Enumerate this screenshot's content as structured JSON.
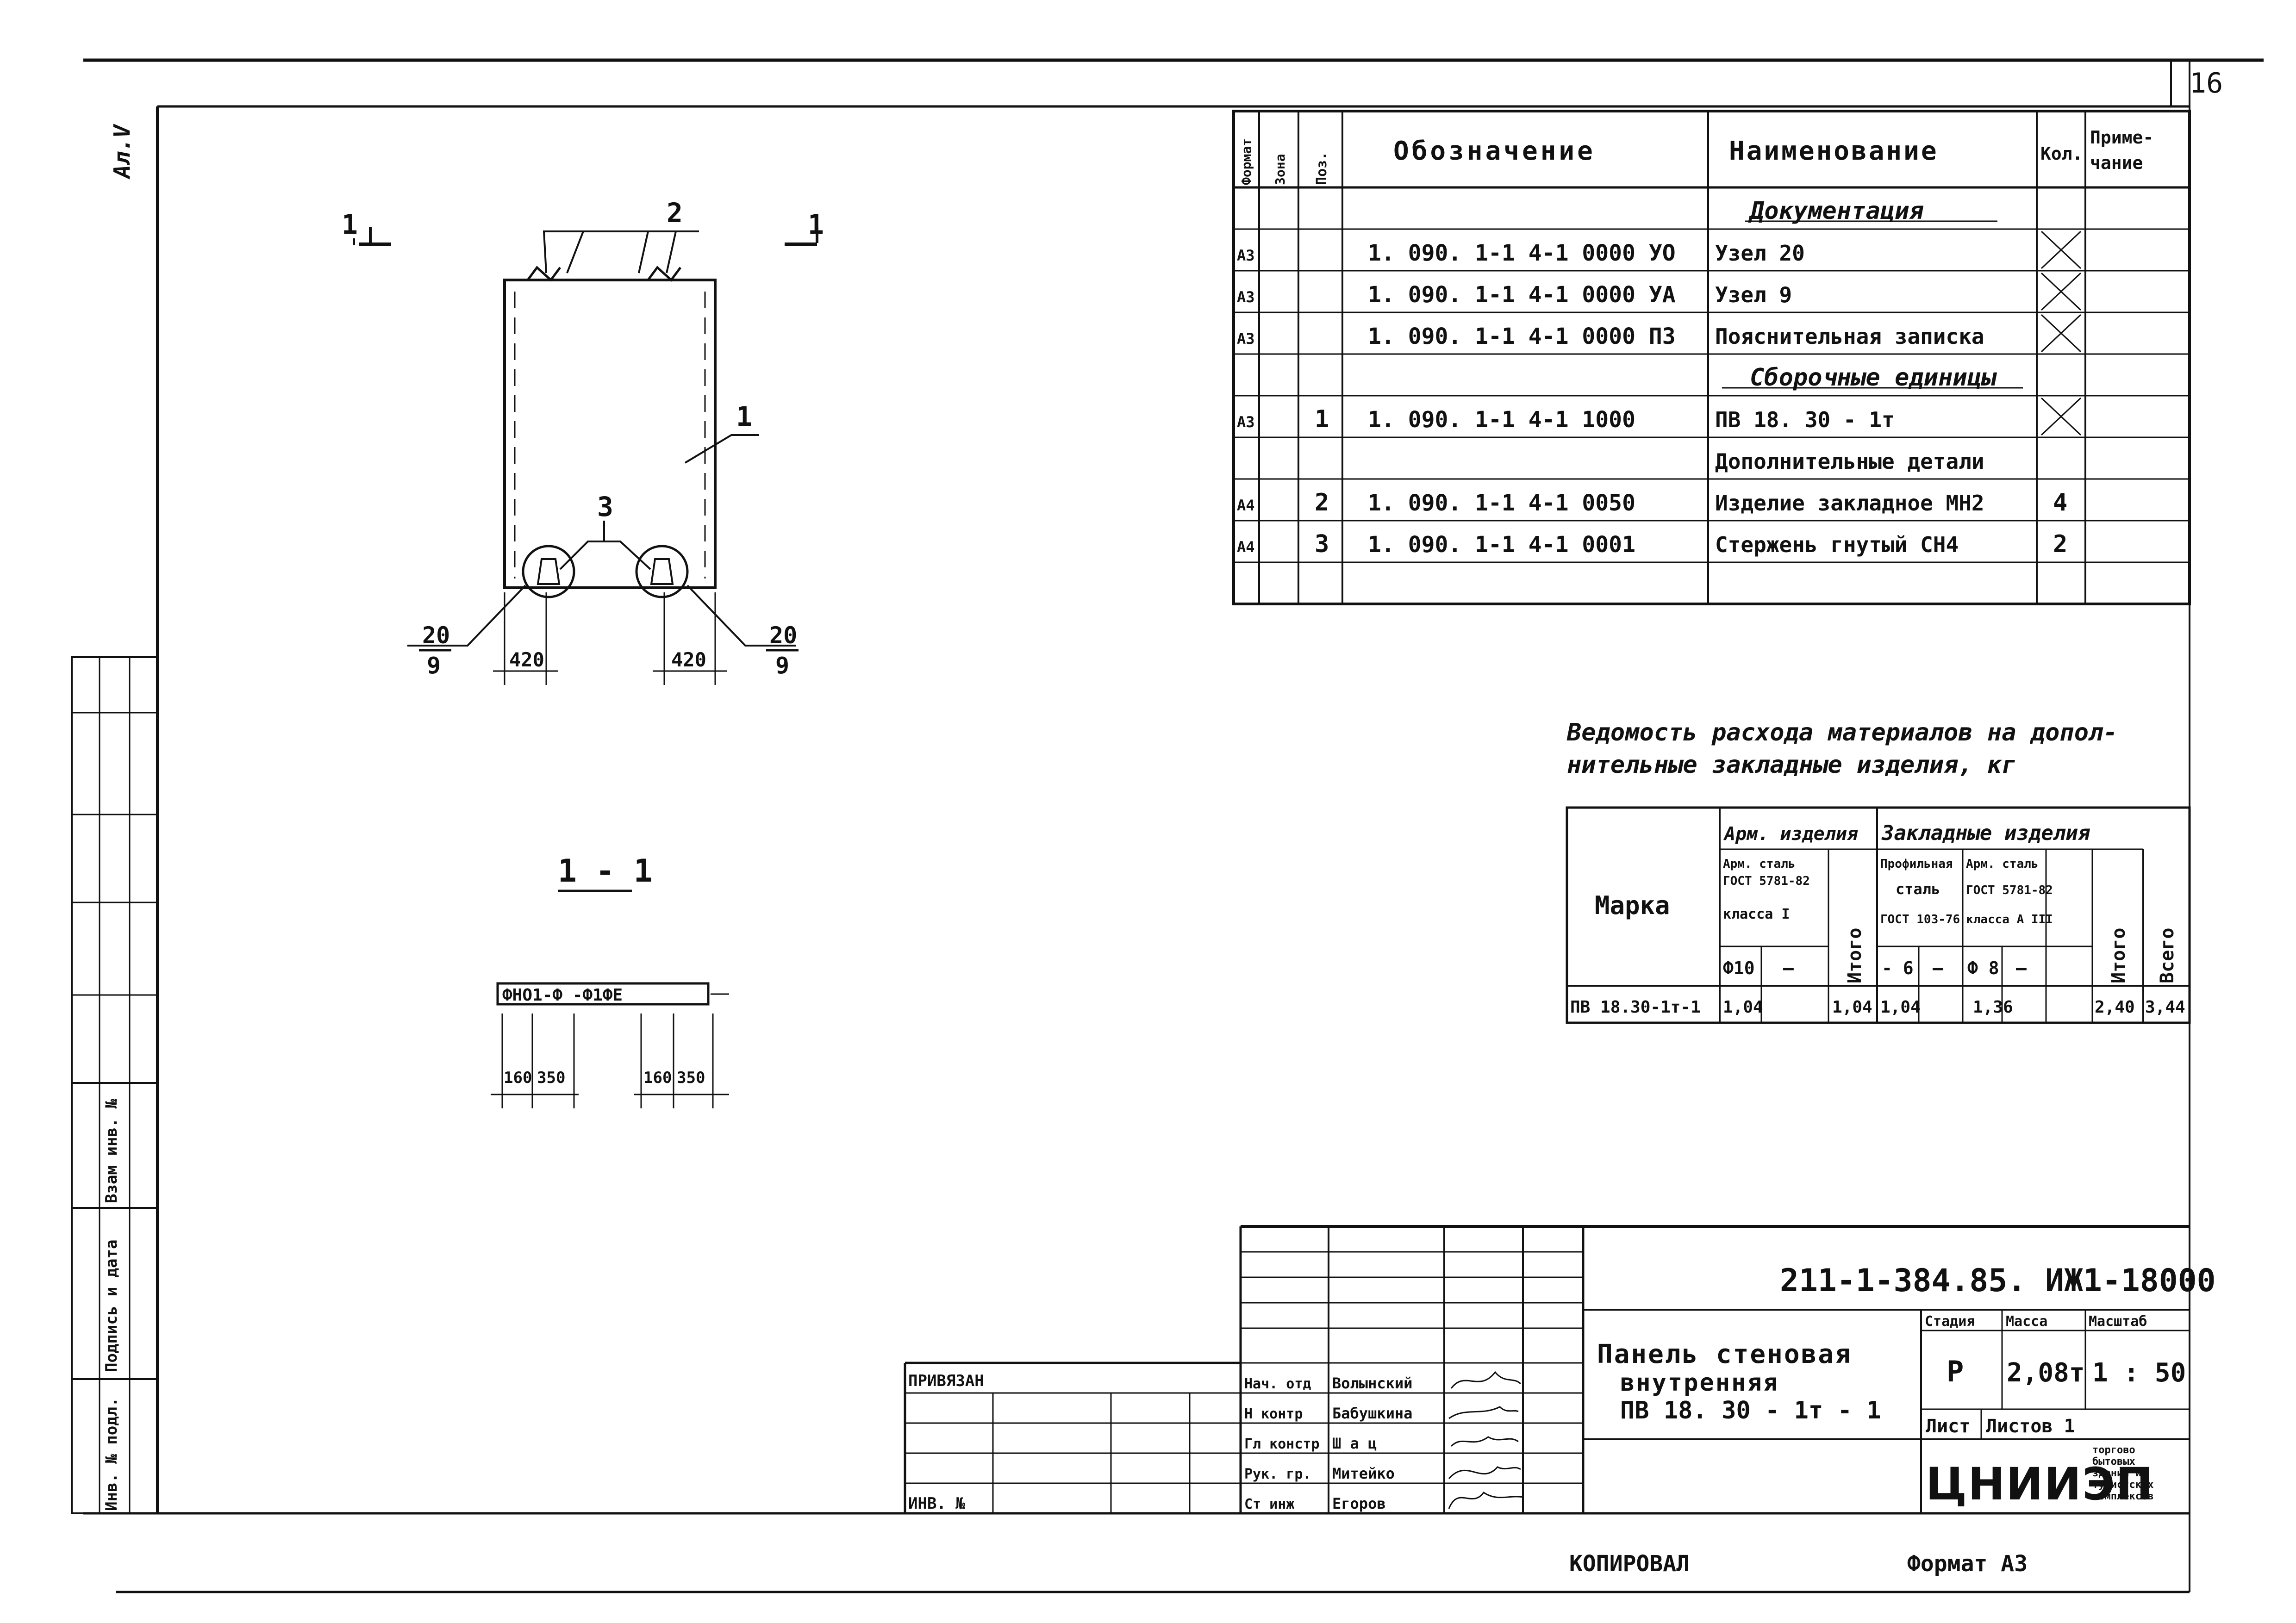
{
  "page": {
    "sheet_number": "16",
    "album_mark": "Ал.V",
    "copied": "КОПИРОВАЛ",
    "format": "Формат А3"
  },
  "drawing": {
    "section_mark_left": "1",
    "section_mark_right": "1",
    "callout_embedded": "2",
    "callout_panel": "1",
    "callout_rod": "3",
    "node_left_num": "20",
    "node_left_den": "9",
    "node_right_num": "20",
    "node_right_den": "9",
    "dim_left": "420",
    "dim_right": "420",
    "section_title": "1 - 1",
    "section_strip": "ФНО1-Ф  -Ф1ФЕ",
    "sec_dim_1": "160",
    "sec_dim_2": "350",
    "sec_dim_3": "160",
    "sec_dim_4": "350"
  },
  "spec": {
    "headers": {
      "format": "Формат",
      "zone": "Зона",
      "pos": "Поз.",
      "designation": "Обозначение",
      "name": "Наименование",
      "qty": "Кол.",
      "note_line1": "Приме-",
      "note_line2": "чание"
    },
    "rows": [
      {
        "format": "",
        "pos": "",
        "designation": "",
        "name": "Документация",
        "qty": "",
        "heading": true
      },
      {
        "format": "А3",
        "pos": "",
        "designation": "1. 090. 1-1   4-1  0000 УО",
        "name": "Узел  20",
        "qty": "X"
      },
      {
        "format": "А3",
        "pos": "",
        "designation": "1. 090. 1-1   4-1  0000 УА",
        "name": "Узел  9",
        "qty": "X"
      },
      {
        "format": "А3",
        "pos": "",
        "designation": "1. 090. 1-1   4-1  0000 ПЗ",
        "name": "Пояснительная записка",
        "qty": "X"
      },
      {
        "format": "",
        "pos": "",
        "designation": "",
        "name": "Сборочные  единицы",
        "qty": "",
        "heading": true
      },
      {
        "format": "А3",
        "pos": "1",
        "designation": "1. 090. 1-1   4-1 1000",
        "name": "ПВ  18. 30 - 1т",
        "qty": "X"
      },
      {
        "format": "",
        "pos": "",
        "designation": "",
        "name": "Дополнительные детали",
        "qty": ""
      },
      {
        "format": "А4",
        "pos": "2",
        "designation": "1. 090. 1-1   4-1  0050",
        "name": "Изделие закладное МН2",
        "qty": "4"
      },
      {
        "format": "А4",
        "pos": "3",
        "designation": "1. 090. 1-1   4-1  0001",
        "name": "Стержень гнутый СН4",
        "qty": "2"
      },
      {
        "format": "",
        "pos": "",
        "designation": "",
        "name": "",
        "qty": ""
      }
    ]
  },
  "materials": {
    "title_line1": "Ведомость расхода материалов на допол-",
    "title_line2": "нительные закладные изделия, кг",
    "h_mark": "Марка",
    "h_arm_items": "Арм. изделия",
    "h_embedded": "Закладные изделия",
    "h_arm_steel_1": "Арм. сталь",
    "h_arm_steel_2": "ГОСТ 5781-82",
    "h_arm_steel_3": "класса I",
    "h_total_arm": "Итого",
    "h_profile_1": "Профильная",
    "h_profile_2": "сталь",
    "h_profile_3": "ГОСТ 103-76",
    "h_arm2_1": "Арм. сталь",
    "h_arm2_2": "ГОСТ 5781-82",
    "h_arm2_3": "класса А III",
    "h_total_emb": "Итого",
    "h_grand": "Всего",
    "sub_d10": "Ф10",
    "sub_dash1": "—",
    "sub_m6": "- 6",
    "sub_dash2": "—",
    "sub_d8": "Ф 8",
    "sub_dash3": "—",
    "row": {
      "mark": "ПВ 18.30-1т-1",
      "d10": "1,04",
      "dash1": "",
      "total_arm": "1,04",
      "m6": "1,04",
      "dash2": "",
      "d8": "1,36",
      "dash3": "",
      "total_emb": "2,40",
      "grand": "3,44"
    }
  },
  "stamp": {
    "code": "211-1-384.85. ИЖ1-18000",
    "title_line1": "Панель стеновая",
    "title_line2": "внутренняя",
    "title_line3": "ПВ 18. 30 - 1т - 1",
    "h_stage": "Стадия",
    "h_mass": "Масса",
    "h_scale": "Масштаб",
    "stage": "Р",
    "mass": "2,08т",
    "scale": "1 : 50",
    "sheet_label": "Лист",
    "sheets_label": "Листов 1",
    "org_name": "ЦНИИЭП",
    "org_line1": "торгово",
    "org_line2": "бытовых",
    "org_line3": "зданий и",
    "org_line4": "туристских",
    "org_line5": "комплексов",
    "linked": "ПРИВЯЗАН",
    "inv_no": "ИНВ. №",
    "roles": [
      {
        "role": "Нач. отд",
        "name": "Волынский"
      },
      {
        "role": "Н контр",
        "name": "Бабушкина"
      },
      {
        "role": "Гл констр",
        "name": "Ш а ц"
      },
      {
        "role": "Рук. гр.",
        "name": "Митейко"
      },
      {
        "role": "Ст инж",
        "name": "Егоров"
      }
    ]
  },
  "side": {
    "label_inv": "Инв. № подл.",
    "label_sign": "Подпись и дата",
    "label_vzam": "Взам инв. №"
  }
}
